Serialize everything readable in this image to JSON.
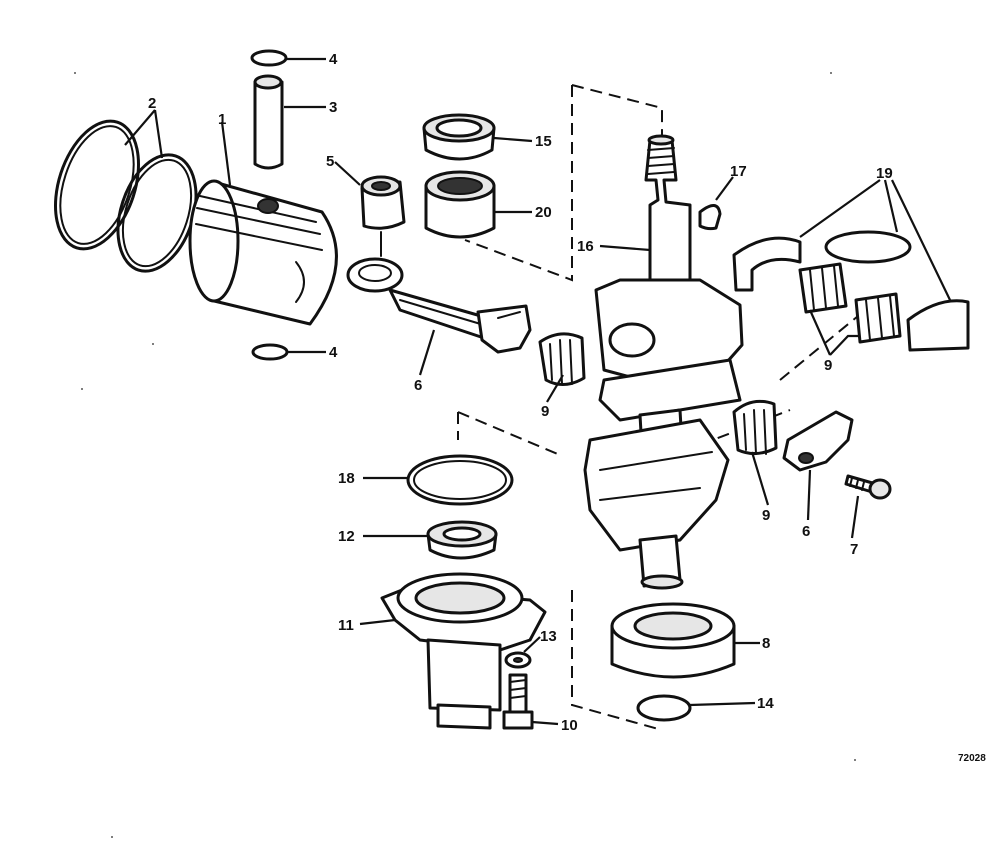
{
  "diagram": {
    "figure_number": "72028",
    "callouts": [
      "1",
      "2",
      "3",
      "4",
      "4",
      "5",
      "6",
      "6",
      "7",
      "8",
      "9",
      "9",
      "9",
      "10",
      "11",
      "12",
      "13",
      "14",
      "15",
      "16",
      "17",
      "18",
      "19",
      "20"
    ],
    "parts": [
      "piston-rings",
      "piston",
      "wrist-pin",
      "wrist-pin-retainer-top",
      "wrist-pin-retainer-bottom",
      "needle-bearing-small-end",
      "connecting-rod",
      "connecting-rod-cap",
      "rod-bolt",
      "ball-bearing",
      "rod-needle-bearing",
      "bearing-cage",
      "end-cap",
      "cap-screw",
      "o-ring",
      "oil-seal-lower",
      "washer",
      "retaining-ring",
      "oil-seal-upper",
      "crankshaft",
      "woodruff-key",
      "upper-roller-bearing",
      "bearing-race-halves"
    ]
  }
}
